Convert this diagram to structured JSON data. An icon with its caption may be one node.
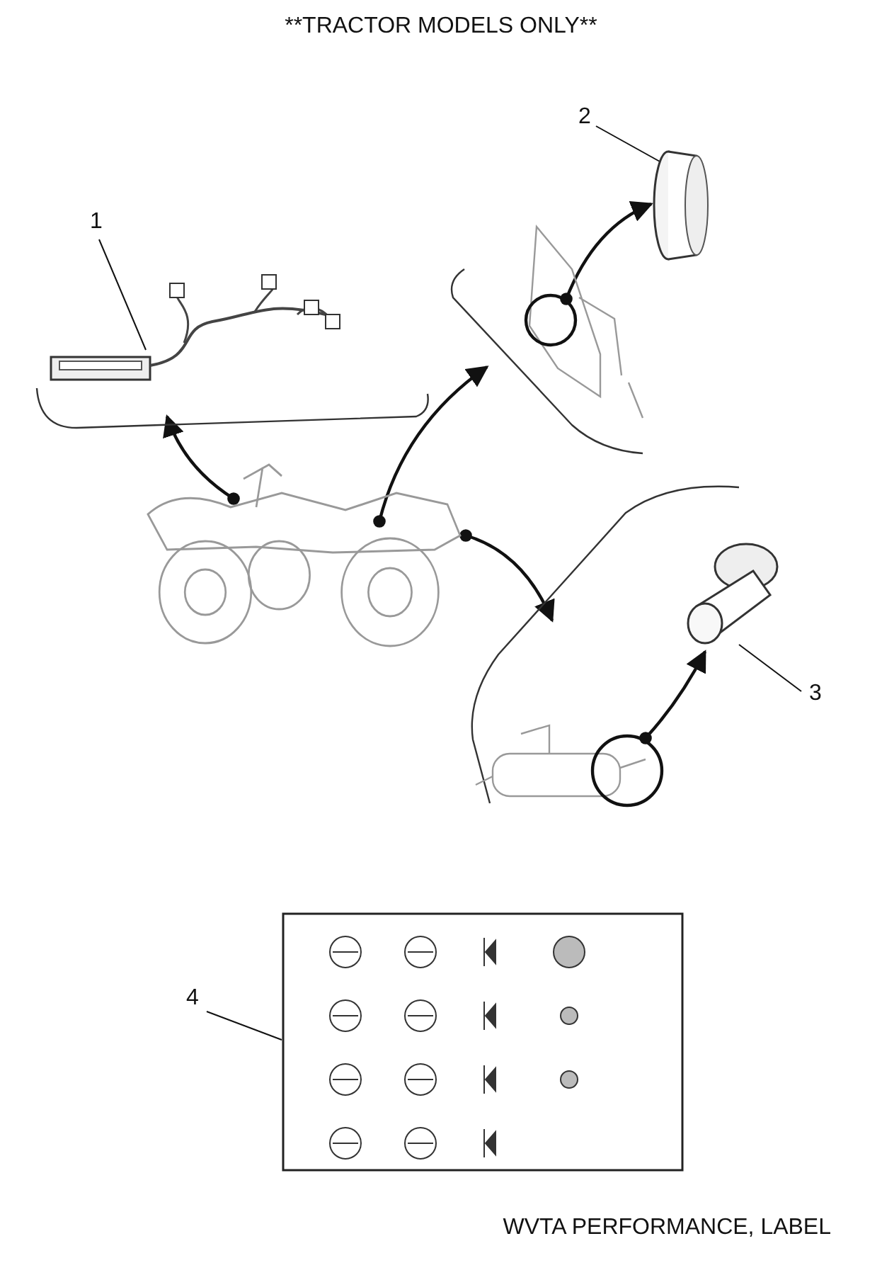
{
  "diagram": {
    "title": "**TRACTOR MODELS ONLY**",
    "caption": "WVTA PERFORMANCE, LABEL",
    "nodes": [
      {
        "text": [
          "1"
        ]
      },
      {
        "text": [],
        "shape": "picture"
      },
      {
        "text": [
          "2"
        ]
      },
      {
        "text": [],
        "shape": "picture"
      },
      {
        "text": [
          "3"
        ]
      },
      {
        "text": [],
        "shape": "picture"
      },
      {
        "text": [
          "4"
        ]
      },
      {
        "text": [],
        "shape": "picture"
      },
      {
        "text": [],
        "shape": "picture"
      },
      {
        "text": [],
        "shape": "picture"
      },
      {
        "text": [],
        "shape": "picture"
      },
      {
        "text": [],
        "shape": "picture"
      },
      {
        "text": [],
        "shape": "circle",
        "in": 10
      },
      {
        "text": [],
        "shape": "circle",
        "in": 11
      }
    ],
    "edges": [
      {
        "from": 0,
        "to": 1,
        "arrow": "none"
      },
      {
        "from": 2,
        "to": 3,
        "arrow": "none"
      },
      {
        "from": 4,
        "to": 5,
        "arrow": "none"
      },
      {
        "from": 6,
        "to": 7,
        "arrow": "none"
      },
      {
        "from": 8,
        "to": 9,
        "arrow": "to"
      },
      {
        "from": 8,
        "to": 10,
        "arrow": "to"
      },
      {
        "from": 8,
        "to": 11,
        "arrow": "to"
      },
      {
        "from": 12,
        "to": 3,
        "arrow": "to"
      },
      {
        "from": 13,
        "to": 5,
        "arrow": "to"
      }
    ]
  }
}
